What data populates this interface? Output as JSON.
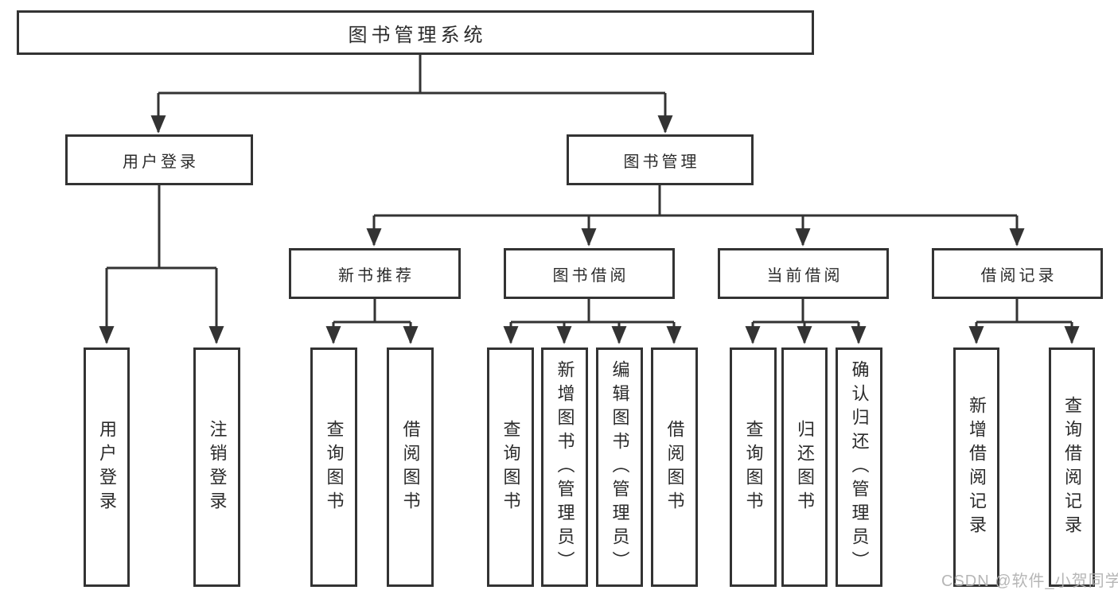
{
  "diagram": {
    "root": {
      "label": "图书管理系统"
    },
    "branches": [
      {
        "label": "用户登录",
        "leaves": [
          {
            "label": "用户登录"
          },
          {
            "label": "注销登录"
          }
        ]
      },
      {
        "label": "图书管理",
        "groups": [
          {
            "label": "新书推荐",
            "leaves": [
              {
                "label": "查询图书"
              },
              {
                "label": "借阅图书"
              }
            ]
          },
          {
            "label": "图书借阅",
            "leaves": [
              {
                "label": "查询图书"
              },
              {
                "label": "新增图书（管理员）"
              },
              {
                "label": "编辑图书（管理员）"
              },
              {
                "label": "借阅图书"
              }
            ]
          },
          {
            "label": "当前借阅",
            "leaves": [
              {
                "label": "查询图书"
              },
              {
                "label": "归还图书"
              },
              {
                "label": "确认归还（管理员）"
              }
            ]
          },
          {
            "label": "借阅记录",
            "leaves": [
              {
                "label": "新增借阅记录"
              },
              {
                "label": "查询借阅记录"
              }
            ]
          }
        ]
      }
    ]
  },
  "watermark": {
    "text": "CSDN @软件_小贺同学"
  },
  "colors": {
    "line": "#333333",
    "node_border": "#333333",
    "node_fill": "#ffffff",
    "text": "#2b2b2b",
    "watermark": "#b0b0b0"
  }
}
